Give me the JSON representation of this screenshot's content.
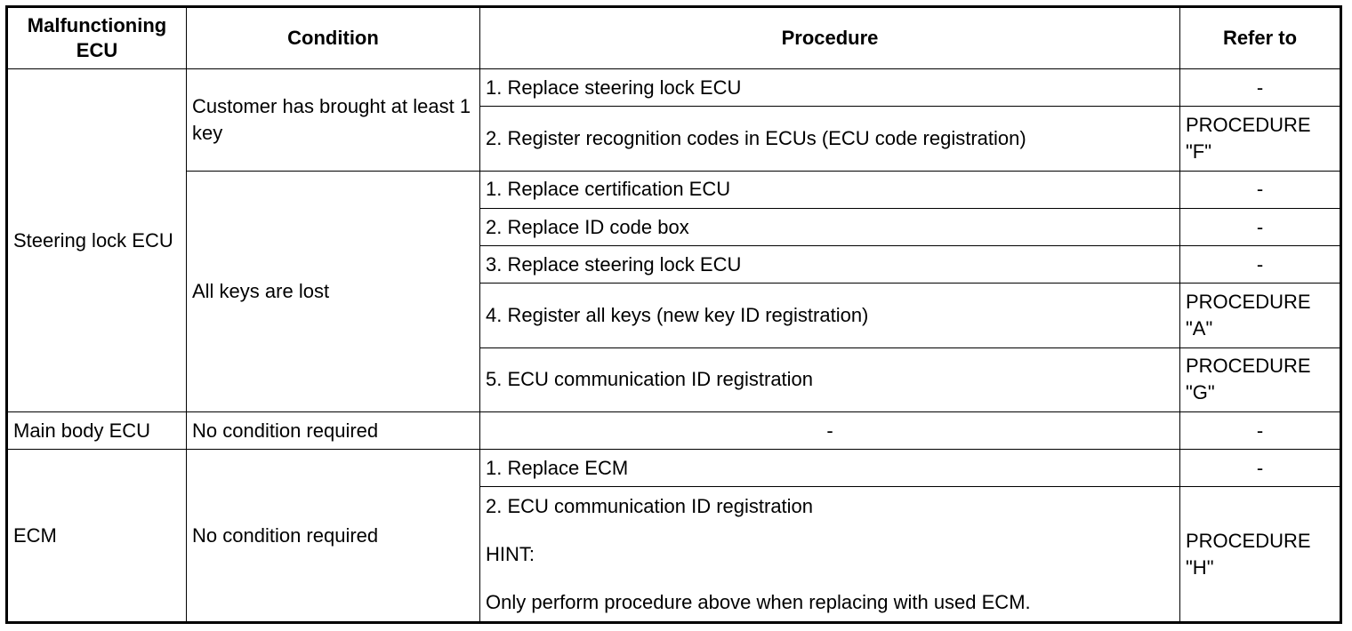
{
  "headers": {
    "ecu": "Malfunctioning ECU",
    "condition": "Condition",
    "procedure": "Procedure",
    "refer": "Refer to"
  },
  "groups": [
    {
      "ecu": "Steering lock ECU",
      "conditions": [
        {
          "condition": "Customer has brought at least 1 key",
          "steps": [
            {
              "procedure": "1. Replace steering lock ECU",
              "refer": "-"
            },
            {
              "procedure": "2. Register recognition codes in ECUs (ECU code registration)",
              "refer": "PROCEDURE \"F\""
            }
          ]
        },
        {
          "condition": "All keys are lost",
          "steps": [
            {
              "procedure": "1. Replace certification ECU",
              "refer": "-"
            },
            {
              "procedure": "2. Replace ID code box",
              "refer": "-"
            },
            {
              "procedure": "3. Replace steering lock ECU",
              "refer": "-"
            },
            {
              "procedure": "4. Register all keys (new key ID registration)",
              "refer": "PROCEDURE \"A\""
            },
            {
              "procedure": "5. ECU communication ID registration",
              "refer": "PROCEDURE \"G\""
            }
          ]
        }
      ]
    },
    {
      "ecu": "Main body ECU",
      "conditions": [
        {
          "condition": "No condition required",
          "steps": [
            {
              "procedure": "-",
              "refer": "-"
            }
          ]
        }
      ]
    },
    {
      "ecu": "ECM",
      "conditions": [
        {
          "condition": "No condition required",
          "steps": [
            {
              "procedure": "1. Replace ECM",
              "refer": "-"
            },
            {
              "procedure": "2. ECU communication ID registration",
              "hint_label": "HINT:",
              "hint_text": "Only perform procedure above when replacing with used ECM.",
              "refer": "PROCEDURE \"H\""
            }
          ]
        }
      ]
    }
  ]
}
